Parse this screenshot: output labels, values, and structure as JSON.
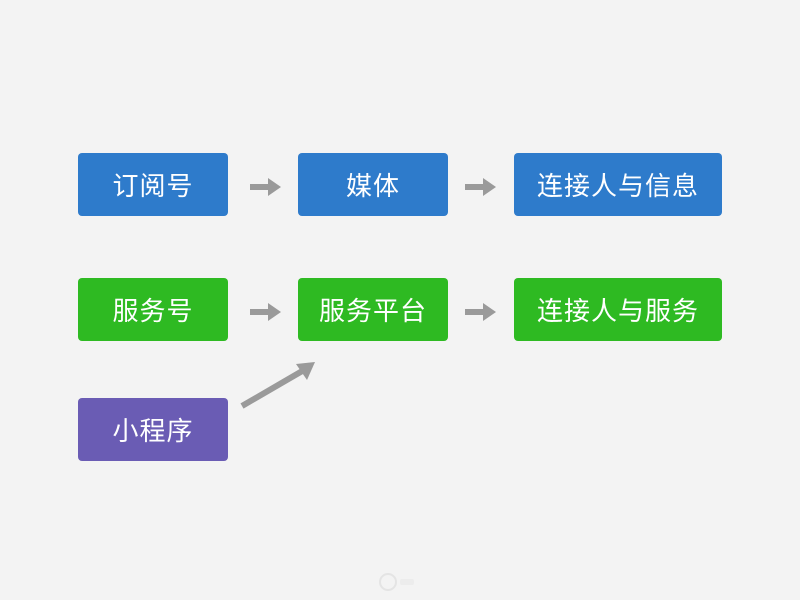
{
  "rows": {
    "row1": {
      "start": "订阅号",
      "middle": "媒体",
      "end": "连接人与信息"
    },
    "row2": {
      "start": "服务号",
      "middle": "服务平台",
      "end": "连接人与服务"
    },
    "row3": {
      "start": "小程序"
    }
  },
  "colors": {
    "subscription": "#2e7bcb",
    "service": "#2eba22",
    "mini_program": "#6a5cb4",
    "arrow": "#9a9a9a"
  },
  "icons": {
    "arrow": "right-arrow-icon",
    "diagonal_arrow": "diagonal-arrow-icon",
    "watermark": "watermark-logo-icon"
  }
}
